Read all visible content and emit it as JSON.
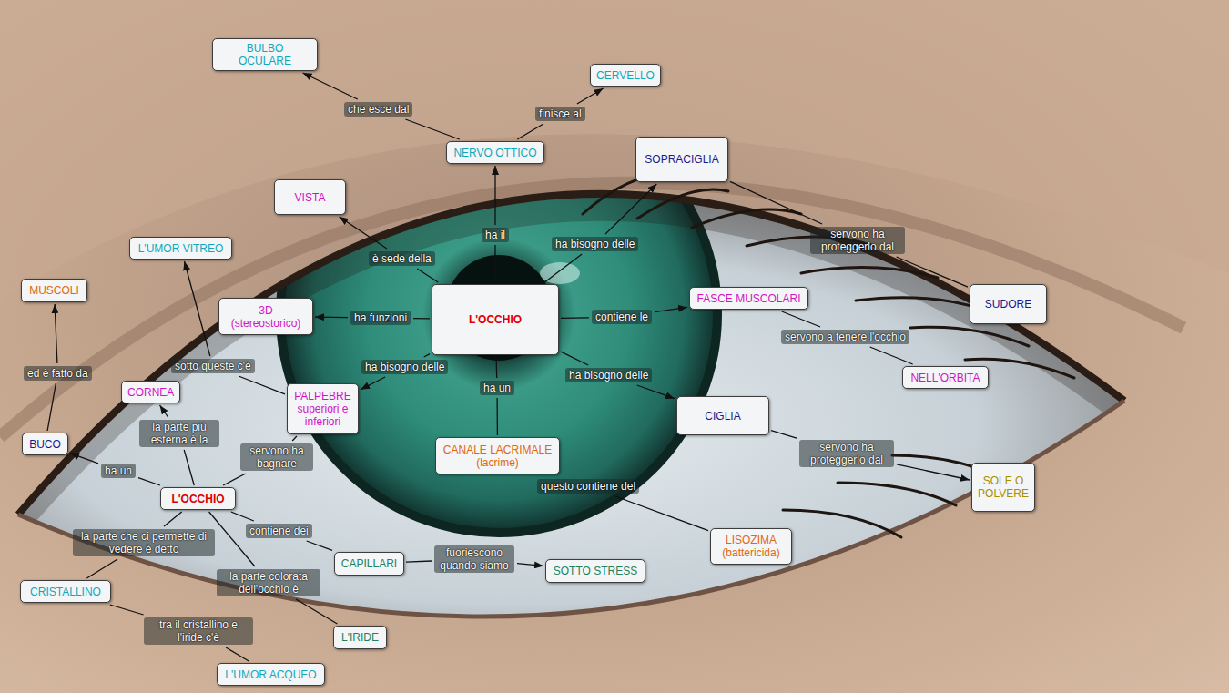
{
  "diagram": {
    "nodes": [
      {
        "text": [
          "BULBO OCULARE"
        ]
      },
      {
        "text": [
          "CERVELLO"
        ]
      },
      {
        "text": [
          "NERVO OTTICO"
        ]
      },
      {
        "text": [
          "SOPRACIGLIA"
        ]
      },
      {
        "text": [
          "VISTA"
        ]
      },
      {
        "text": [
          "L'UMOR VITREO"
        ]
      },
      {
        "text": [
          "MUSCOLI"
        ]
      },
      {
        "text": [
          "3D (stereostorico)"
        ]
      },
      {
        "text": [
          "L'OCCHIO"
        ]
      },
      {
        "text": [
          "FASCE MUSCOLARI"
        ]
      },
      {
        "text": [
          "SUDORE"
        ]
      },
      {
        "text": [
          "NELL'ORBITA"
        ]
      },
      {
        "text": [
          "CORNEA"
        ]
      },
      {
        "text": [
          "PALPEBRE superiori e inferiori"
        ]
      },
      {
        "text": [
          "CIGLIA"
        ]
      },
      {
        "text": [
          "BUCO"
        ]
      },
      {
        "text": [
          "CANALE LACRIMALE (lacrime)"
        ]
      },
      {
        "text": [
          "SOLE O POLVERE"
        ]
      },
      {
        "text": [
          "L'OCCHIO"
        ]
      },
      {
        "text": [
          "LISOZIMA (battericida)"
        ]
      },
      {
        "text": [
          "CAPILLARI"
        ]
      },
      {
        "text": [
          "SOTTO STRESS"
        ]
      },
      {
        "text": [
          "CRISTALLINO"
        ]
      },
      {
        "text": [
          "L'IRIDE"
        ]
      },
      {
        "text": [
          "L'UMOR ACQUEO"
        ]
      }
    ],
    "edges": [
      {
        "from": 2,
        "to": 0,
        "label": "che esce dal",
        "arrow": "to"
      },
      {
        "from": 2,
        "to": 1,
        "label": "finisce al",
        "arrow": "to"
      },
      {
        "from": 8,
        "to": 2,
        "label": "ha il",
        "arrow": "to"
      },
      {
        "from": 8,
        "to": 3,
        "label": "ha bisogno delle",
        "arrow": "to"
      },
      {
        "from": 3,
        "to": 10,
        "label": "servono ha proteggerlo dal",
        "arrow": "none"
      },
      {
        "from": 8,
        "to": 4,
        "label": "è sede della",
        "arrow": "to"
      },
      {
        "from": 8,
        "to": 7,
        "label": "ha funzioni",
        "arrow": "to"
      },
      {
        "from": 8,
        "to": 9,
        "label": "contiene le",
        "arrow": "to"
      },
      {
        "from": 9,
        "to": 11,
        "label": "servono a tenere l'occhio",
        "arrow": "none"
      },
      {
        "from": 8,
        "to": 13,
        "label": "ha bisogno delle",
        "arrow": "to"
      },
      {
        "from": 13,
        "to": 5,
        "label": "sotto queste c'è",
        "arrow": "to"
      },
      {
        "from": 8,
        "to": 14,
        "label": "ha bisogno delle",
        "arrow": "to"
      },
      {
        "from": 14,
        "to": 17,
        "label": "servono ha proteggerlo dal",
        "arrow": "to"
      },
      {
        "from": 8,
        "to": 16,
        "label": "ha un",
        "arrow": "none"
      },
      {
        "from": 16,
        "to": 19,
        "label": "questo contiene del",
        "arrow": "none"
      },
      {
        "from": 18,
        "to": 15,
        "label": "ha un",
        "arrow": "to"
      },
      {
        "from": 15,
        "to": 6,
        "label": "ed è fatto da",
        "arrow": "to"
      },
      {
        "from": 18,
        "to": 12,
        "label": "la parte più esterna è la",
        "arrow": "to"
      },
      {
        "from": 18,
        "to": 13,
        "label": "servono ha bagnare",
        "arrow": "none"
      },
      {
        "from": 18,
        "to": 20,
        "label": "contiene dei",
        "arrow": "none"
      },
      {
        "from": 20,
        "to": 21,
        "label": "fuoriescono quando siamo",
        "arrow": "to"
      },
      {
        "from": 18,
        "to": 22,
        "label": "la parte che ci permette di vedere è detto",
        "arrow": "none"
      },
      {
        "from": 18,
        "to": 23,
        "label": "la parte colorata dell'occhio è",
        "arrow": "none"
      },
      {
        "from": 22,
        "to": 24,
        "label": "tra il cristallino e l'iride c'è",
        "arrow": "none"
      }
    ]
  }
}
